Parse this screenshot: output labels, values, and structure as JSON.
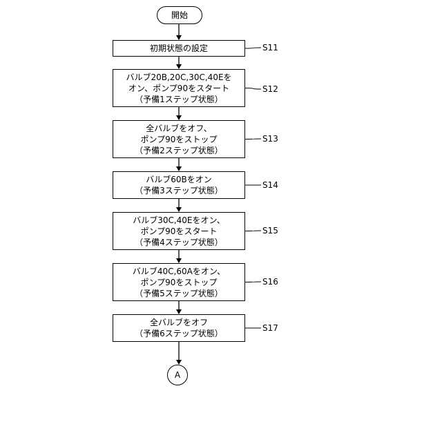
{
  "start": "開始",
  "steps": [
    {
      "id": "S11",
      "lines": [
        "初期状態の設定"
      ]
    },
    {
      "id": "S12",
      "lines": [
        "バルブ20B,20C,30C,40Eを",
        "オン、ポンプ90をスタート",
        "（予備1ステップ状態）"
      ]
    },
    {
      "id": "S13",
      "lines": [
        "全バルブをオフ、",
        "ポンプ90をストップ",
        "（予備2ステップ状態）"
      ]
    },
    {
      "id": "S14",
      "lines": [
        "バルブ60Bをオン",
        "（予備3ステップ状態）"
      ]
    },
    {
      "id": "S15",
      "lines": [
        "バルブ30C,40Eをオン、",
        "ポンプ90をスタート",
        "（予備4ステップ状態）"
      ]
    },
    {
      "id": "S16",
      "lines": [
        "バルブ40C,60Aをオン、",
        "ポンプ90をストップ",
        "（予備5ステップ状態）"
      ]
    },
    {
      "id": "S17",
      "lines": [
        "全バルブをオフ",
        "（予備6ステップ状態）"
      ]
    }
  ],
  "connector": "A"
}
